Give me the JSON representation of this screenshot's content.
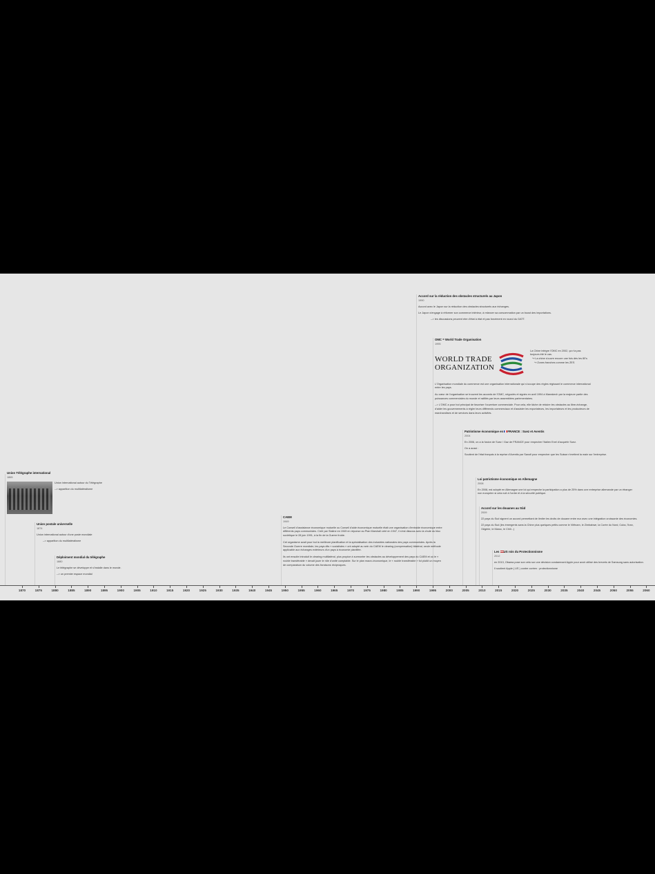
{
  "axis": {
    "labels": [
      "1870",
      "1875",
      "1880",
      "1885",
      "1890",
      "1895",
      "1900",
      "1905",
      "1910",
      "1915",
      "1920",
      "1925",
      "1930",
      "1935",
      "1940",
      "1945",
      "1950",
      "1955",
      "1960",
      "1965",
      "1970",
      "1975",
      "1980",
      "1985",
      "1990",
      "1995",
      "2000",
      "2005",
      "2010",
      "2015",
      "2020",
      "2025",
      "2030",
      "2035",
      "2040",
      "2045",
      "2050",
      "2055",
      "2060"
    ]
  },
  "events": {
    "telegraph": {
      "title": "Union Télégraphe international",
      "year": "1865",
      "image_icon": "group-photo",
      "lines": [
        "Union international autour du Télégraphe",
        "--> apparition du multilatéralisme"
      ]
    },
    "postal": {
      "title": "Union postale universelle",
      "year": "1874",
      "lines": [
        "Union international autour d'une poste mondiale",
        "--> apparition du multilatéralisme"
      ]
    },
    "deployment": {
      "title": "Déploiment mondial du télégraphe",
      "year": "1880",
      "lines": [
        "Le télégraphe se développe et s'installe dans le monde.",
        "--> un premier espace mondial"
      ]
    },
    "caem": {
      "title": "CAEM",
      "year": "1949",
      "lines": [
        "Le Conseil d'assistance économique mutuelle ou Conseil d'aide économique mutuelle était une organisation d'entraide économique entre différents pays communistes. Créé par Staline en 1949 en réponse au Plan Marshall créé en 1947, il s'est dissous avec la chute du bloc soviétique le 28 juin 1991, à la fin de la Guerre froide.",
        "Cet organisme avait pour but la meilleure planification et la spécialisation des industries nationales des pays communistes. Après la Seconde Guerre mondiale, les pays dits « socialistes » ont adopté au sein du CAEM le clearing (compensation) bilatéral, seule méthode applicable aux échanges extérieurs d'un pays à économie planifiée.",
        "Ils ont ensuite introduit le clearing multilatéral, plus propice à surmonter les obstacles au développement des pays du CAEM et où le « rouble transférable » devait jouer le rôle d'unité comptable. Sur le plan macro-économique, le « rouble transférable » fut plutôt un moyen de comparaison du volume des livraisons réciproques."
      ]
    },
    "japan": {
      "title": "Accord sur la réduction des obstacles structurels au Japon",
      "year": "1990",
      "lines": [
        "Accord avec le Japon sur la réduction des obstacles structurels aux échanges.",
        "Le Japon s'engage à réformer son commerce intérieur, à relancer sa consommation par un boost des importations.",
        "--> les discussions peuvent etre d'état à état et pas forcément en round du GATT."
      ]
    },
    "omc": {
      "title": "OMC = World Trade Organisation",
      "year": "1995",
      "logo_line1": "WORLD TRADE",
      "logo_line2": "ORGANIZATION",
      "logo_colors": [
        "#c8202f",
        "#1f4fa0",
        "#2a8a3a"
      ],
      "side_note": [
        "La Chine intègre l'OMC en 2002, ça n'a pas toujours été le cas.",
        "↪ La chine s'ouvre encore une fois dès les 80's",
        "↪ Zones franches comme les ZES"
      ],
      "lines": [
        "L'Organisation mondiale du commerce est une organisation internationale qui s'occupe des règles régissant le commerce international entre les pays.",
        "Au cœur de l'organisation se trouvent les accords de l'OMC, négociés et signés en avril 1994 à Marrakech par la majeure partie des puissances commerciales du monde et ratifiés par leurs assemblées parlementaires.",
        "--> L'OMC a pour but principal de favoriser l'ouverture commerciale. Pour cela, elle tâche de réduire les obstacles au libre-échange, d'aider les gouvernements à régler leurs différends commerciaux et d'assister les exportateurs, les importateurs et les producteurs de marchandises et de services dans leurs activités."
      ]
    },
    "patriotism_fr": {
      "title_prefix": "Patriotisme économique en ",
      "title_suffix": "FRANCE : Suez et Aventis",
      "year": "2004",
      "lines": [
        "En 2006, on a la fusion de Suez / Gaz de FRANCE pour empecher l'italien Enel d'acquérir Suez.",
        "On a aussi :",
        "Soutient de l'état français à la reprise d'Aventis par Sanofi pour empecher que les Suisse n'mettent la main sur l'entreprise."
      ]
    },
    "patriotism_de": {
      "title": "Loi patriotisme économique en Allemagne",
      "year": "2008",
      "lines": [
        "En 2008, est adopté en Allemagne une loi qui empeche la participation a plus de 25% dans une entreprise allemande par un étranger non européen si cela nuit à l'ordre et à la sécurité publique."
      ]
    },
    "south_customs": {
      "title": "Accord sur les douanes au Sûd",
      "year": "2009",
      "lines": [
        "22 pays du Sud signent un accord permettant de limiter les droits de douane entre eux avec une intégration croissante des économies.",
        "22 pays du Sud (les émergents sans la Chine plus quelques petits comme le Viêtnam, le Zimbabwe, la Corée du Nord, Cuba, l'Iran, l'Algérie, le Maroc, le Chili...)"
      ]
    },
    "us_protection": {
      "title_prefix": "Les ",
      "title_suffix": "US rois du Protectionnisme",
      "year": "2012",
      "lines": [
        "en 2013, Obama pose son veto sur une décision condamnant Apple pour avoir utilisé des brevets de Samsung sans autorisation.",
        "Il soutient Apple ( US ) contre coréen : protectionnisme"
      ]
    }
  }
}
